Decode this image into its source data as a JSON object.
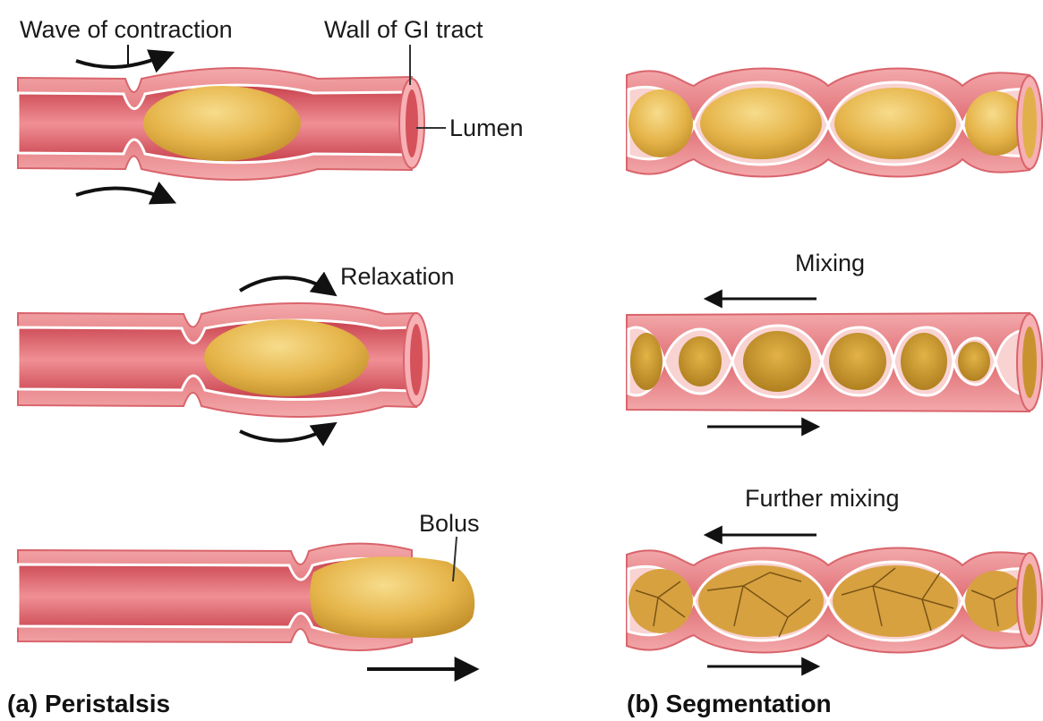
{
  "labels": {
    "wave_of_contraction": "Wave of contraction",
    "wall_of_gi_tract": "Wall of GI tract",
    "lumen": "Lumen",
    "relaxation": "Relaxation",
    "bolus": "Bolus",
    "mixing": "Mixing",
    "further_mixing": "Further mixing"
  },
  "captions": {
    "peristalsis": "(a) Peristalsis",
    "segmentation": "(b) Segmentation"
  },
  "colors": {
    "wall": "#e97f84",
    "wall_light": "#f6c2c2",
    "lumen": "#dc5a63",
    "food": "#e8b84c",
    "food_dark": "#b98622",
    "food_light": "#f6da8a",
    "arrow": "#111111"
  },
  "icons": {
    "flow_arrow": "right-arrow-icon",
    "reverse_arrow": "left-arrow-icon",
    "curved_arrow": "curved-arrow-icon"
  }
}
